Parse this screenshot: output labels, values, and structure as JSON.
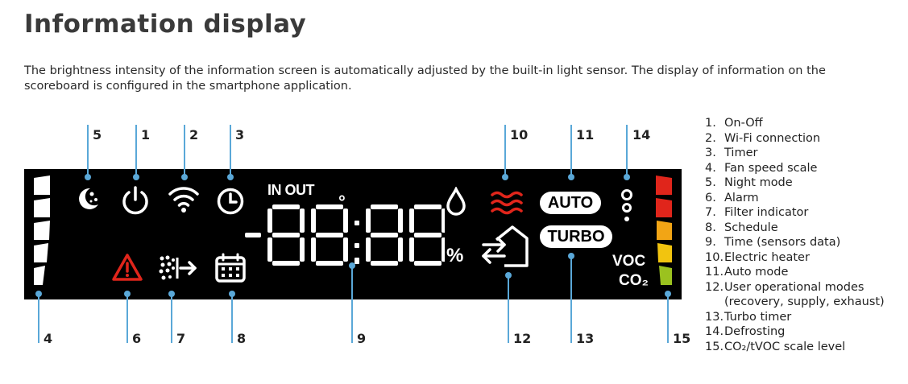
{
  "heading": "Information display",
  "intro": "The brightness intensity of the information screen is automatically adjusted by the built-in light sensor. The display of information on the scoreboard is configured in the smartphone application.",
  "display": {
    "in_out": "IN OUT",
    "digits": "-88:88",
    "degree": "°",
    "percent": "%",
    "auto": "AUTO",
    "turbo": "TURBO",
    "voc": "VOC",
    "co2": "CO₂"
  },
  "callouts": [
    "5",
    "1",
    "2",
    "3",
    "10",
    "11",
    "14",
    "4",
    "6",
    "7",
    "8",
    "9",
    "12",
    "13",
    "15"
  ],
  "legend": [
    {
      "n": "1.",
      "t": "On-Off"
    },
    {
      "n": "2.",
      "t": "Wi-Fi connection"
    },
    {
      "n": "3.",
      "t": "Timer"
    },
    {
      "n": "4.",
      "t": "Fan speed scale"
    },
    {
      "n": "5.",
      "t": "Night mode"
    },
    {
      "n": "6.",
      "t": "Alarm"
    },
    {
      "n": "7.",
      "t": "Filter indicator"
    },
    {
      "n": "8.",
      "t": "Schedule"
    },
    {
      "n": "9.",
      "t": "Time (sensors data)"
    },
    {
      "n": "10.",
      "t": "Electric heater"
    },
    {
      "n": "11.",
      "t": "Auto mode"
    },
    {
      "n": "12.",
      "t": "User operational modes"
    },
    {
      "n": "",
      "t": "(recovery, supply, exhaust)"
    },
    {
      "n": "13.",
      "t": "Turbo timer"
    },
    {
      "n": "14.",
      "t": "Defrosting"
    },
    {
      "n": "15.",
      "t": "CO₂/tVOC scale level"
    }
  ],
  "colors": {
    "callout": "#5aa8d8",
    "alarm": "#e0251b",
    "heater": "#e0251b"
  }
}
